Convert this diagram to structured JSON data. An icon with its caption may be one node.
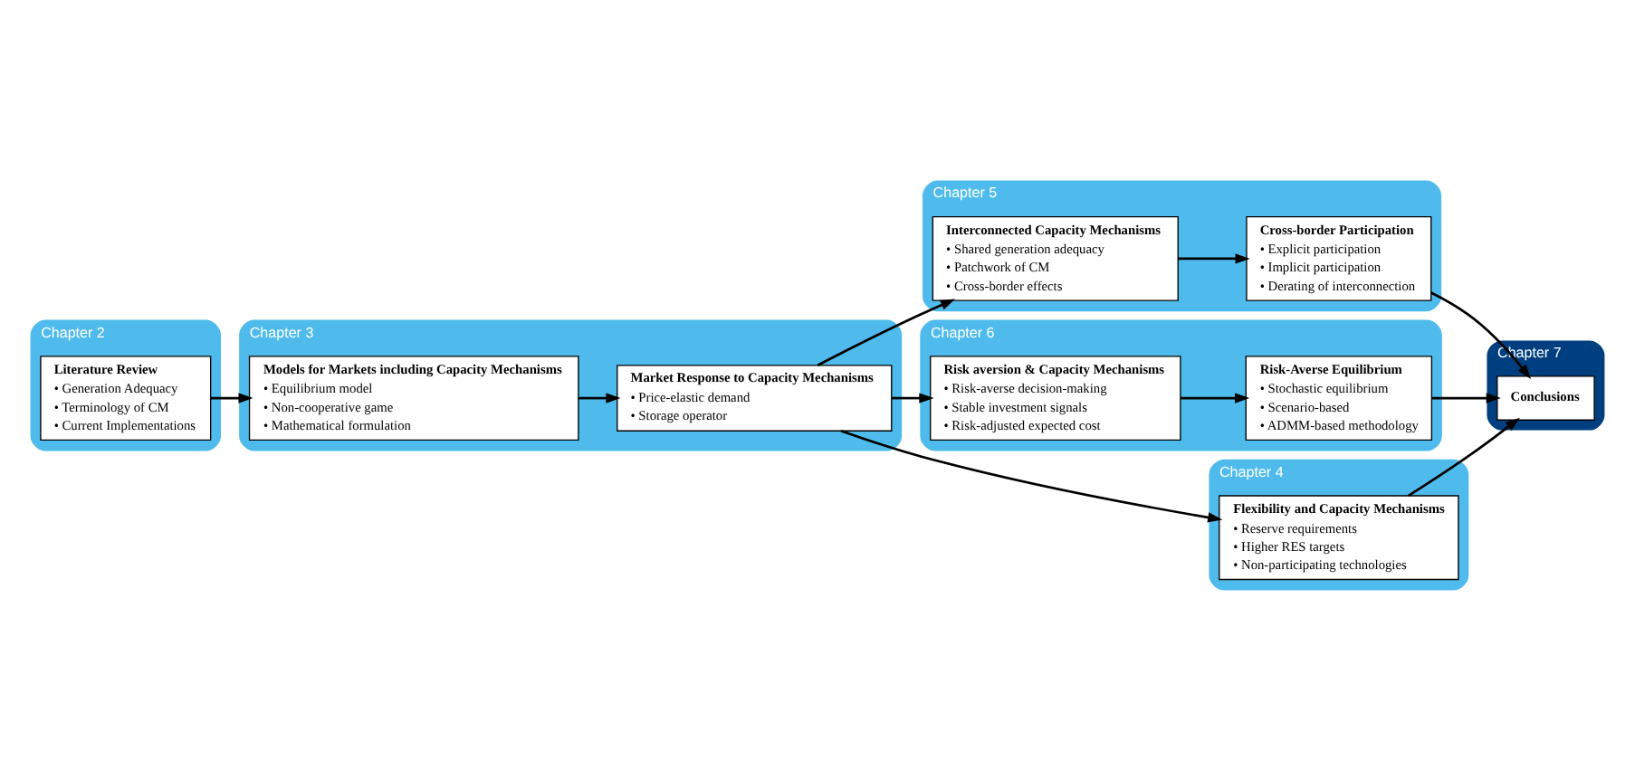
{
  "diagram": {
    "nodes": [
      {
        "text": [
          "Chapter 2"
        ]
      },
      {
        "text": [
          "Literature Review",
          "• Generation Adequacy",
          "• Terminology of CM",
          "• Current Implementations"
        ],
        "in": 0
      },
      {
        "text": [
          "Chapter 5"
        ]
      },
      {
        "text": [
          "Interconnected Capacity Mechanisms",
          "• Shared generation adequacy",
          "• Patchwork of CM",
          "• Cross-border effects"
        ],
        "in": 2
      },
      {
        "text": [
          "Cross-border Participation",
          "• Explicit participation",
          "• Implicit participation",
          "• Derating of interconnection"
        ],
        "in": 2
      },
      {
        "text": [
          "Chapter 3"
        ]
      },
      {
        "text": [
          "Models for Markets including Capacity Mechanisms",
          "• Equilibrium model",
          "• Non-cooperative game",
          "• Mathematical formulation"
        ],
        "in": 5
      },
      {
        "text": [
          "Market Response to Capacity Mechanisms",
          "• Price-elastic demand",
          "• Storage operator"
        ],
        "in": 5
      },
      {
        "text": [
          "Chapter 4"
        ]
      },
      {
        "text": [
          "Flexibility and Capacity Mechanisms",
          "• Reserve requirements",
          "• Higher RES targets",
          "• Non-participating technologies"
        ],
        "in": 8
      },
      {
        "text": [
          "Chapter 6"
        ]
      },
      {
        "text": [
          "Risk aversion & Capacity Mechanisms",
          "• Risk-averse decision-making",
          "• Stable investment signals",
          "• Risk-adjusted expected cost"
        ],
        "in": 10
      },
      {
        "text": [
          "Risk-Averse Equilibrium",
          "• Stochastic equilibrium",
          "• Scenario-based",
          "• ADMM-based methodology"
        ],
        "in": 10
      },
      {
        "text": [
          "Chapter 7"
        ]
      },
      {
        "text": [
          "Conclusions"
        ],
        "in": 13
      }
    ],
    "edges": [
      {
        "from": 1,
        "to": 6,
        "arrow": "to"
      },
      {
        "from": 6,
        "to": 7,
        "arrow": "to"
      },
      {
        "from": 7,
        "to": 3,
        "arrow": "to"
      },
      {
        "from": 3,
        "to": 4,
        "arrow": "to"
      },
      {
        "from": 7,
        "to": 9,
        "arrow": "to"
      },
      {
        "from": 7,
        "to": 11,
        "arrow": "to"
      },
      {
        "from": 11,
        "to": 12,
        "arrow": "to"
      },
      {
        "from": 4,
        "to": 14,
        "arrow": "to"
      },
      {
        "from": 9,
        "to": 14,
        "arrow": "to"
      },
      {
        "from": 12,
        "to": 14,
        "arrow": "to"
      }
    ]
  }
}
